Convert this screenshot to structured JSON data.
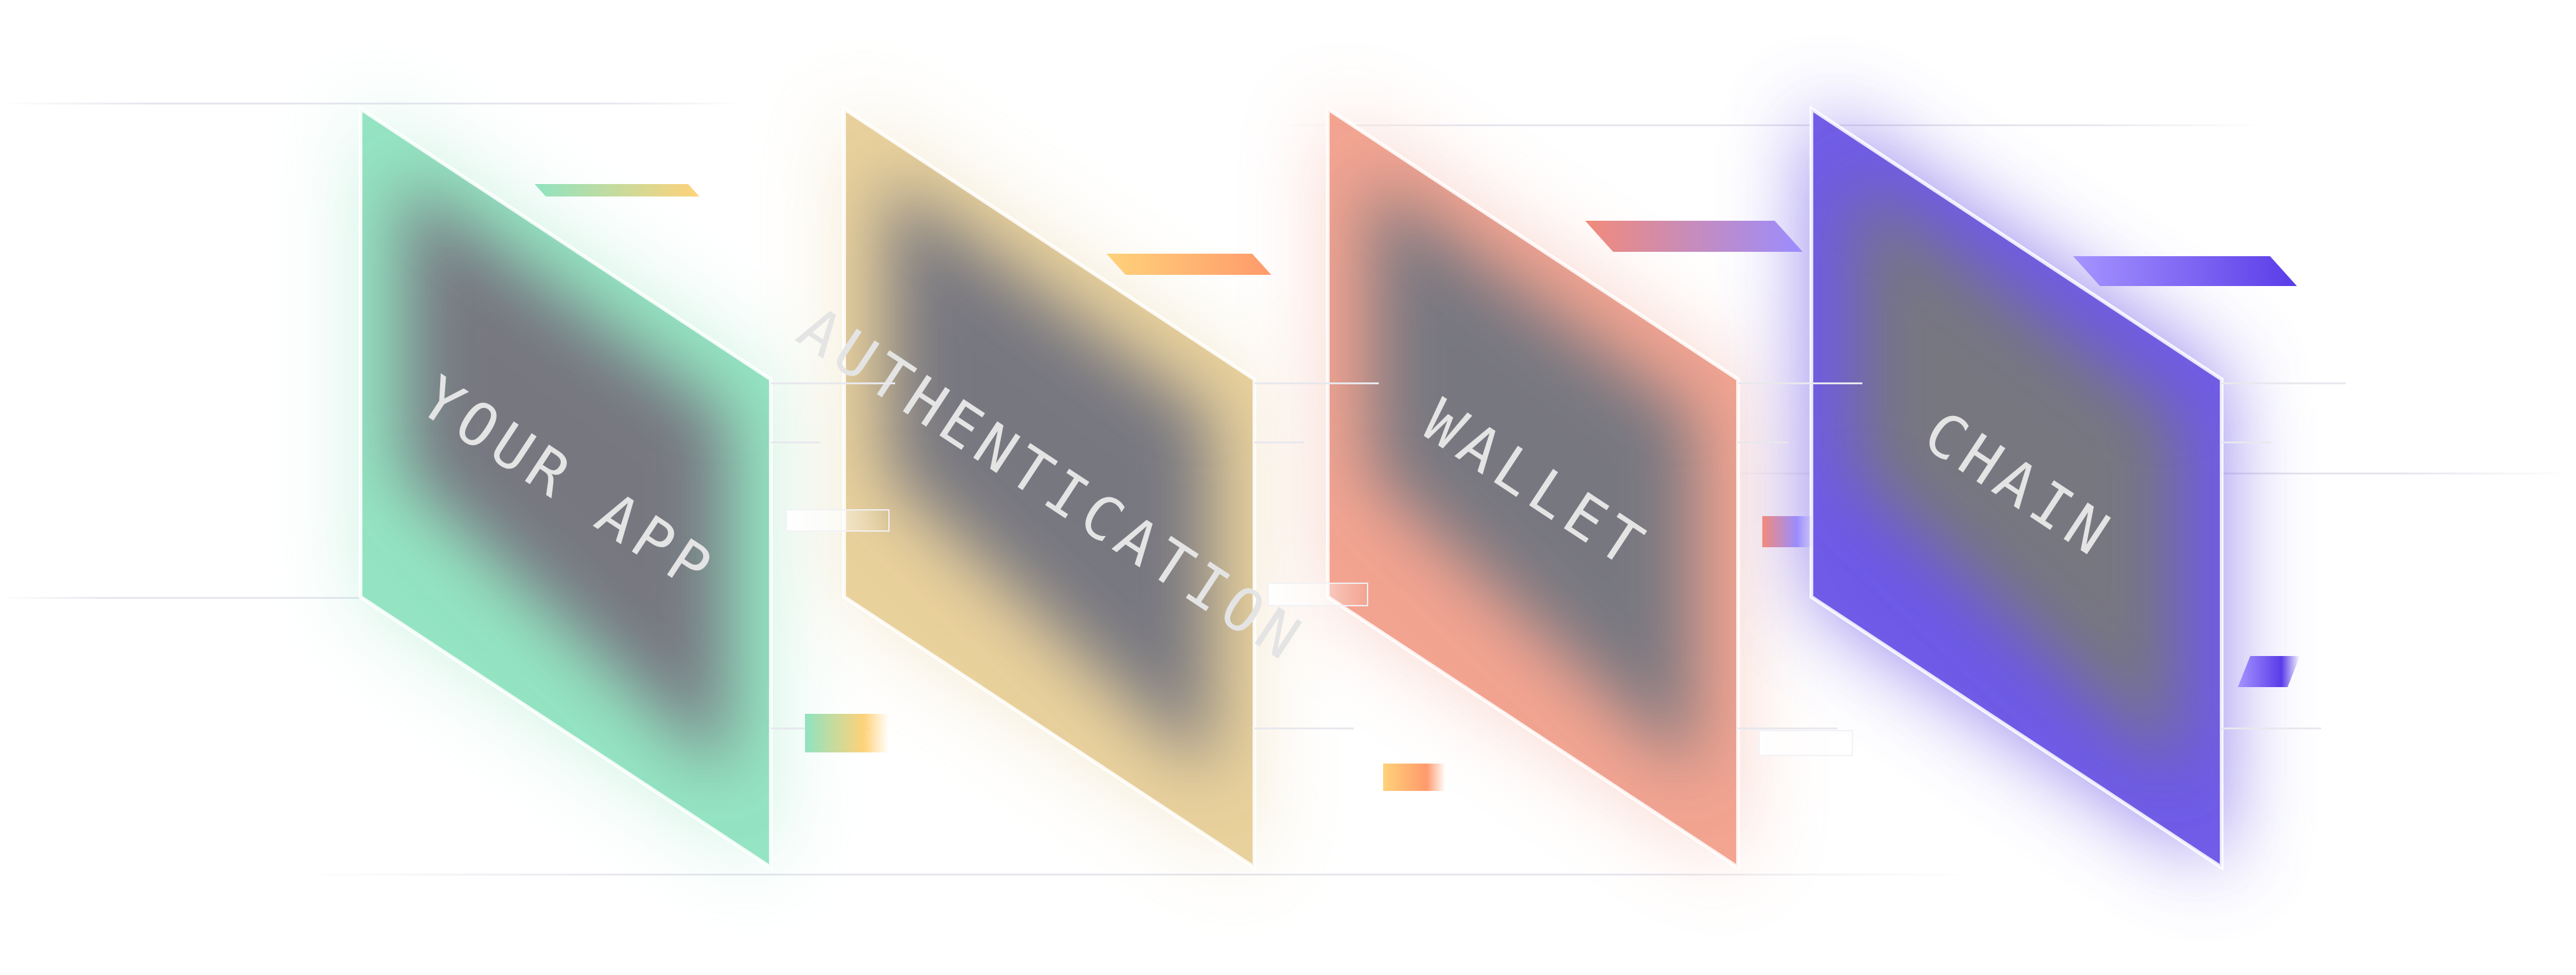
{
  "layers": [
    {
      "id": "your-app",
      "label": "YOUR APP",
      "glow_color": "#8fe3c0",
      "accent_gradient": [
        "#8fe3c0",
        "#ffd27a"
      ]
    },
    {
      "id": "authentication",
      "label": "AUTHENTICATION",
      "glow_color": "#e8cf98",
      "accent_gradient": [
        "#ffd27a",
        "#ff9a6b"
      ]
    },
    {
      "id": "wallet",
      "label": "WALLET",
      "glow_color": "#f2a08c",
      "accent_gradient": [
        "#f28b7a",
        "#9a8cff"
      ]
    },
    {
      "id": "chain",
      "label": "CHAIN",
      "glow_color": "#6a55e6",
      "accent_gradient": [
        "#a694ff",
        "#5a3ce8"
      ]
    }
  ],
  "colors": {
    "panel_core": "#777780",
    "panel_edge": "#ffffff",
    "connector_line": "#e8e8ee",
    "label_text": "#e4e4e4",
    "background": "#ffffff"
  }
}
